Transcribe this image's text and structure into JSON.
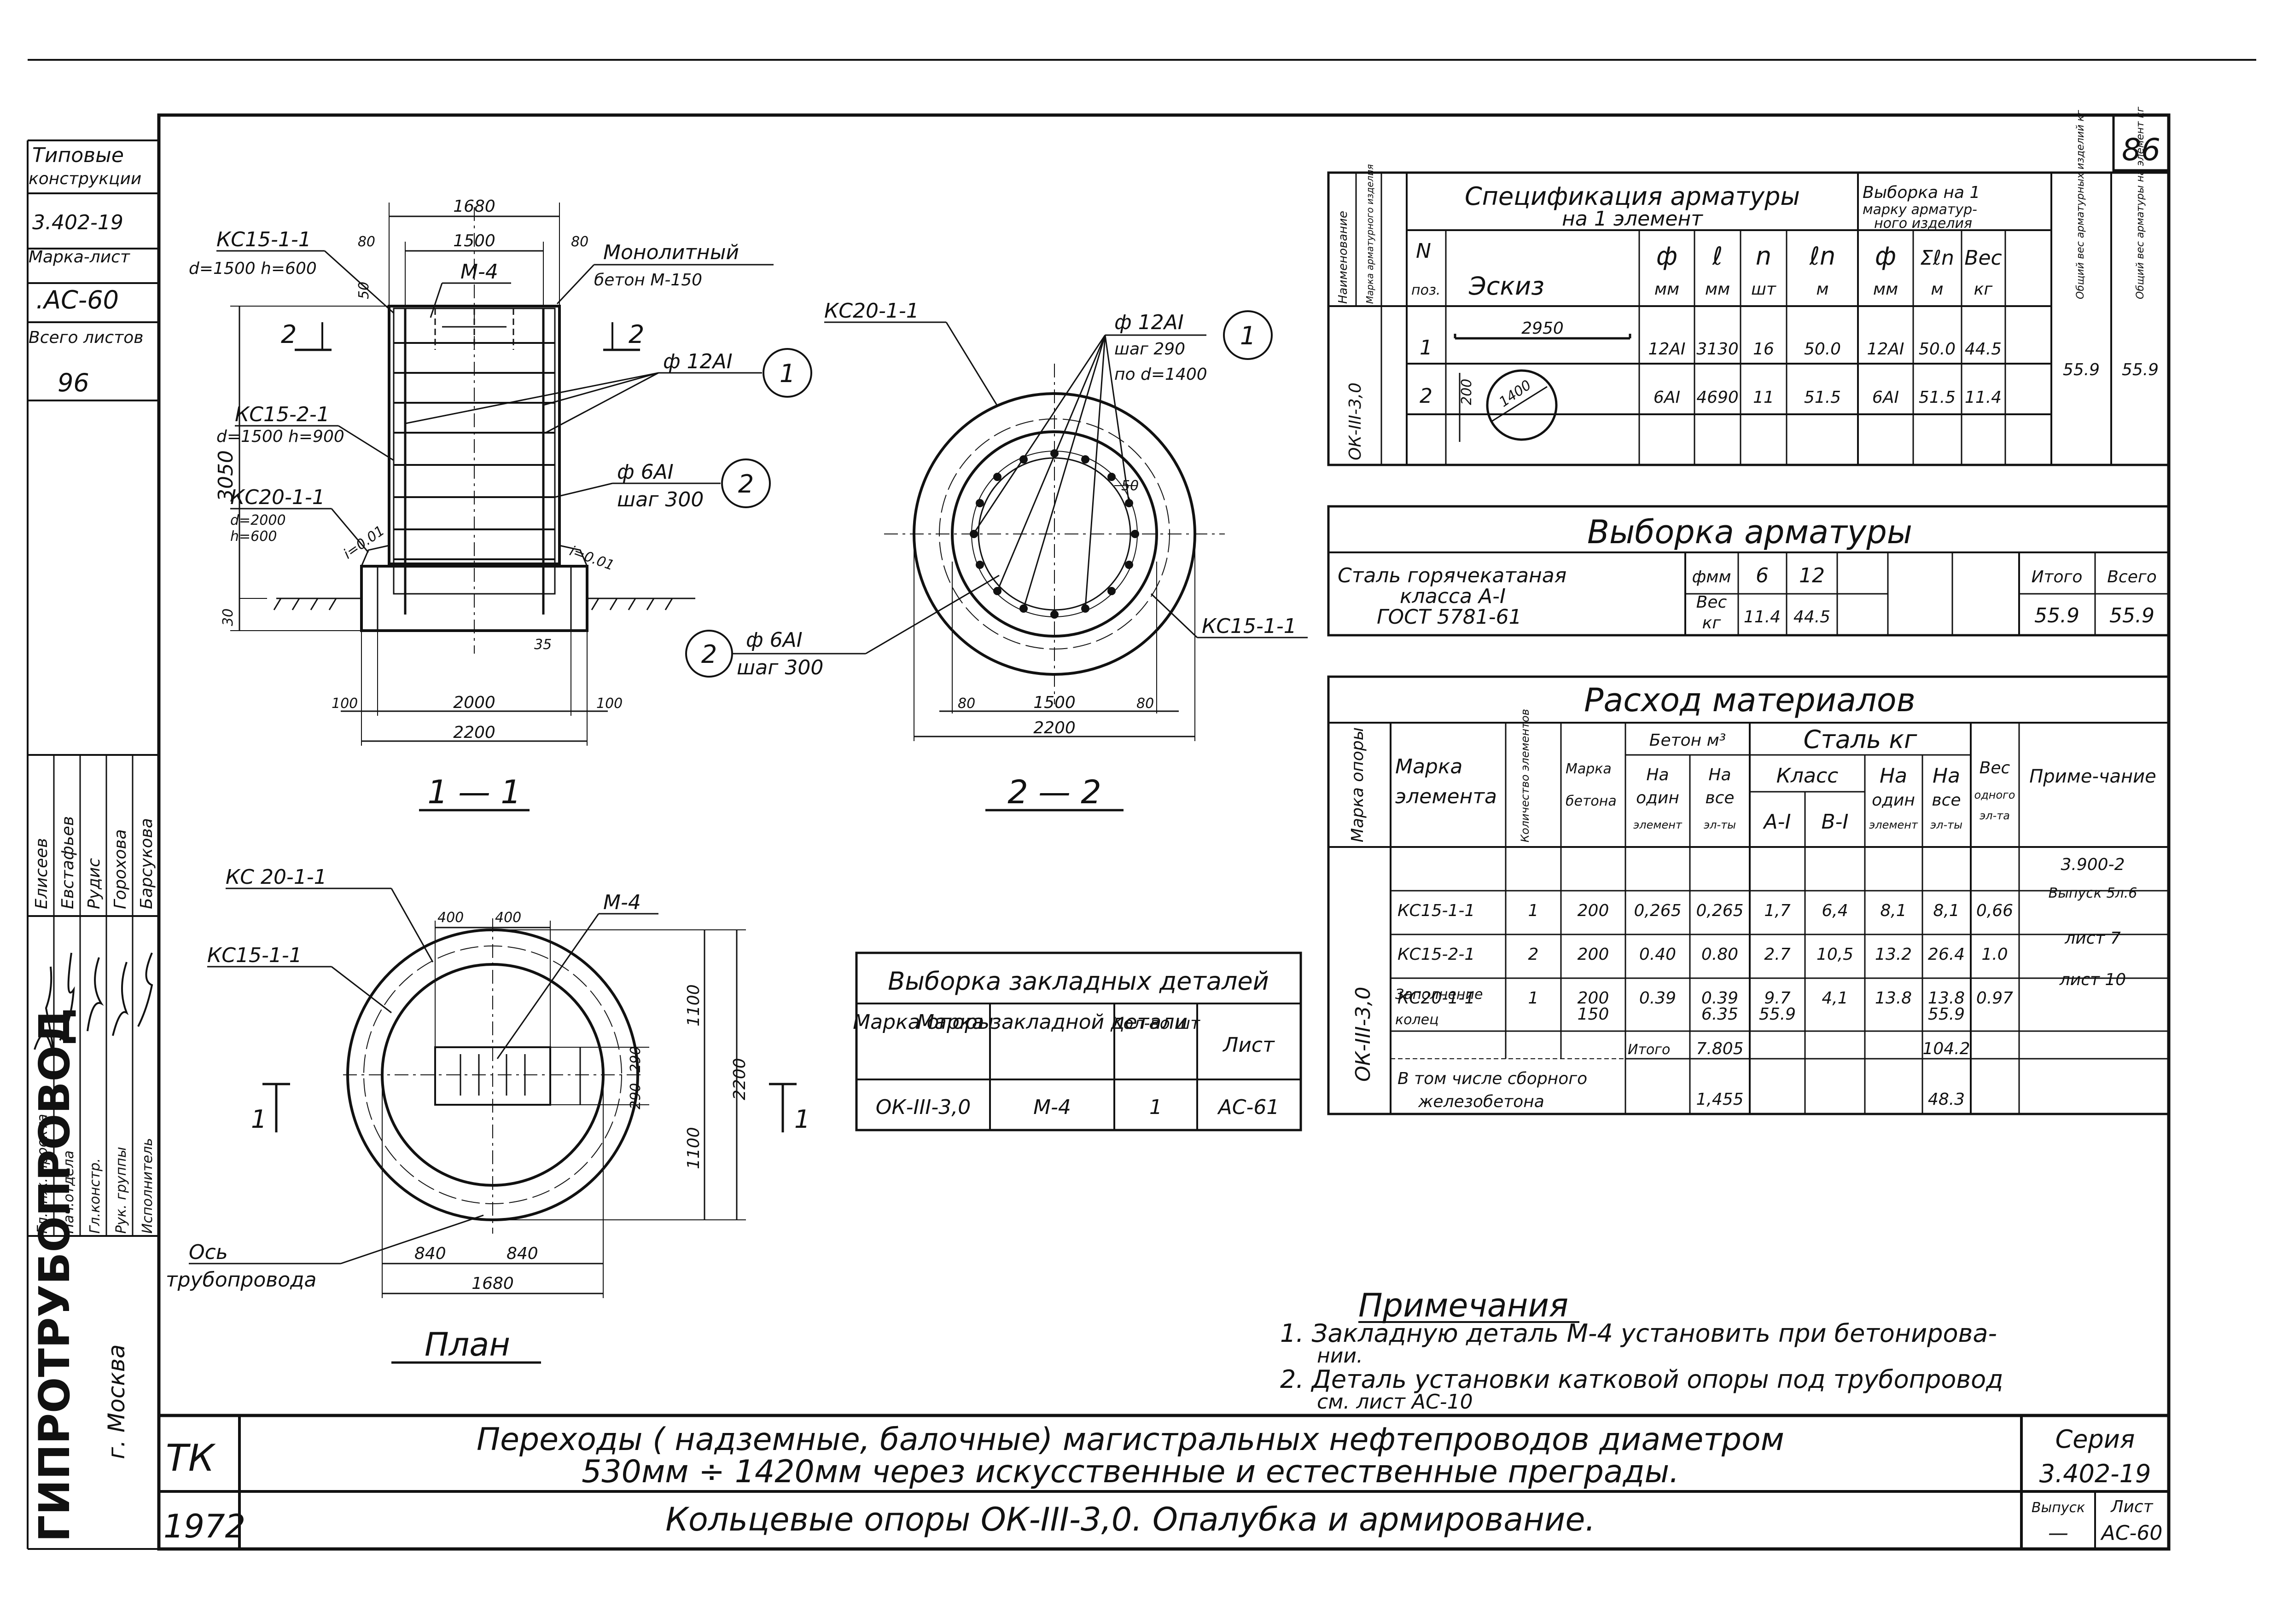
{
  "sheet_number": "86",
  "left_stamp": {
    "series_label_1": "Типовые",
    "series_label_2": "конструкции",
    "series_code": "3.402-19",
    "mark_sheet_label": "Марка-лист",
    "mark_value": ".АС-60",
    "total_sheets_label": "Всего листов",
    "total_sheets_value": "96",
    "names": [
      "Елисеев",
      "Евстафьев",
      "Рудис",
      "Горохова",
      "Барсукова"
    ],
    "roles": [
      "Гл.инж. проекта",
      "Нач.отдела",
      "Гл.констр.",
      "Рук. группы",
      "Исполнитель"
    ],
    "org_name": "ГИПРОТРУБОПРОВОД",
    "org_city": "г. Москва"
  },
  "section_1_1": {
    "title": "1 — 1",
    "callout_top": "КС15-1-1",
    "callout_top_dims": "d=1500 h=600",
    "callout_mid": "КС15-2-1",
    "callout_mid_dims": "d=1500 h=900",
    "callout_bot": "КС20-1-1",
    "callout_bot_d": "d=2000",
    "callout_bot_h": "h=600",
    "monolith_1": "Монолитный",
    "monolith_2": "бетон М-150",
    "m4": "М-4",
    "bar1": "ф 12АI",
    "bar1_num": "1",
    "bar2": "ф 6АI",
    "bar2_step": "шаг 300",
    "bar2_num": "2",
    "cut_label": "2",
    "dim_1680": "1680",
    "dim_1500": "1500",
    "dim_80a": "80",
    "dim_80b": "80",
    "dim_50": "50",
    "dim_3050": "3050",
    "dim_30": "30",
    "dim_35": "35",
    "dim_100a": "100",
    "dim_2000": "2000",
    "dim_100b": "100",
    "dim_2200": "2200",
    "slope_a": "i=0.01",
    "slope_b": "i=0.01"
  },
  "section_2_2": {
    "title": "2 — 2",
    "kc20": "КС20-1-1",
    "kc15": "КС15-1-1",
    "bar1": "ф 12АI",
    "bar1_step": "шаг 290",
    "bar1_along": "по d=1400",
    "bar1_num": "1",
    "bar2": "ф 6АI",
    "bar2_step": "шаг 300",
    "bar2_num": "2",
    "dim_50": "50",
    "dim_80a": "80",
    "dim_1500": "1500",
    "dim_80b": "80",
    "dim_2200": "2200"
  },
  "plan": {
    "title": "План",
    "kc20": "КС 20-1-1",
    "kc15": "КС15-1-1",
    "m4": "М-4",
    "axis_1": "Ось",
    "axis_2": "трубопровода",
    "dim_400a": "400",
    "dim_400b": "400",
    "dim_290a": "290",
    "dim_290b": "290",
    "dim_1100a": "1100",
    "dim_1100b": "1100",
    "dim_2200": "2200",
    "dim_840a": "840",
    "dim_840b": "840",
    "dim_1680": "1680",
    "cut_left": "1",
    "cut_right": "1"
  },
  "embedded_table": {
    "title": "Выборка закладных деталей",
    "headers": [
      "Марка опоры",
      "Марка закладной детали",
      "Кол-во шт",
      "Лист"
    ],
    "row": [
      "ОК-III-3,0",
      "М-4",
      "1",
      "АС-61"
    ]
  },
  "spec_table": {
    "title_1": "Спецификация арматуры",
    "title_2": "на 1 элемент",
    "sel_title_1": "Выборка на 1",
    "sel_title_2": "марку арматур-",
    "sel_title_3": "ного изделия",
    "vert_head_1": "Наименование",
    "vert_head_2": "Марка арматурного изделия",
    "vert_total_w": "Общий вес арматурных изделий кг",
    "vert_total_el": "Общий вес арматуры на элемент кг",
    "h_n": "N",
    "h_pos": "поз.",
    "h_sketch": "Эскиз",
    "h_phi": "ф",
    "h_l": "ℓ",
    "h_count": "n",
    "h_ln": "ℓn",
    "h_phi2": "ф",
    "h_sum": "Σℓn",
    "h_weight": "Вес",
    "u_mm1": "мм",
    "u_mm2": "мм",
    "u_sht": "шт",
    "u_m1": "м",
    "u_mm3": "мм",
    "u_m2": "м",
    "u_kg": "кг",
    "row_label": "ОК-III-3,0",
    "sketch_len": "2950",
    "sketch_200": "200",
    "sketch_d": "1400",
    "rows": [
      {
        "pos": "1",
        "phi": "12АI",
        "l": "3130",
        "n": "16",
        "ln": "50.0",
        "phi2": "12АI",
        "sum": "50.0",
        "w": "44.5"
      },
      {
        "pos": "2",
        "phi": "6АI",
        "l": "4690",
        "n": "11",
        "ln": "51.5",
        "phi2": "6АI",
        "sum": "51.5",
        "w": "11.4"
      }
    ],
    "total_items": "55.9",
    "total_element": "55.9"
  },
  "rebar_table": {
    "title": "Выборка арматуры",
    "steel_1": "Сталь горячекатаная",
    "steel_2": "класса А-I",
    "steel_3": "ГОСТ 5781-61",
    "phi_label": "фмм",
    "weight_label_1": "Вес",
    "weight_label_2": "кг",
    "d6": "6",
    "d12": "12",
    "w6": "11.4",
    "w12": "44.5",
    "itogo_label": "Итого",
    "vsego_label": "Всего",
    "itogo": "55.9",
    "vsego": "55.9"
  },
  "materials_table": {
    "title": "Расход материалов",
    "h_support": "Марка опоры",
    "h_element_1": "Марка",
    "h_element_2": "элемента",
    "h_count": "Количество элементов",
    "h_concrete_mark_1": "Марка",
    "h_concrete_mark_2": "бетона",
    "h_concrete": "Бетон м³",
    "h_one_1": "На",
    "h_one_2": "один",
    "h_one_3": "элемент",
    "h_all_1": "На",
    "h_all_2": "все",
    "h_all_3": "эл-ты",
    "h_steel": "Сталь кг",
    "h_class": "Класс",
    "h_a1": "А-I",
    "h_b1": "В-I",
    "h_s_one_1": "На",
    "h_s_one_2": "один",
    "h_s_one_3": "элемент",
    "h_s_all_1": "На",
    "h_s_all_2": "все",
    "h_s_all_3": "эл-ты",
    "h_weight_1": "Вес",
    "h_weight_2": "одного",
    "h_weight_3": "эл-та",
    "h_note": "Приме-чание",
    "support": "ОК-III-3,0",
    "note_header": "3.900-2",
    "rows": [
      {
        "el": "КС15-1-1",
        "cnt": "1",
        "mk": "200",
        "c1": "0,265",
        "ca": "0,265",
        "a": "1,7",
        "b": "6,4",
        "s1": "8,1",
        "sa": "8,1",
        "w": "0,66",
        "note": "Выпуск 5л.6"
      },
      {
        "el": "КС15-2-1",
        "cnt": "2",
        "mk": "200",
        "c1": "0.40",
        "ca": "0.80",
        "a": "2.7",
        "b": "10,5",
        "s1": "13.2",
        "sa": "26.4",
        "w": "1.0",
        "note": "лист 7"
      },
      {
        "el": "КС20-1-1",
        "cnt": "1",
        "mk": "200",
        "c1": "0.39",
        "ca": "0.39",
        "a": "9.7",
        "b": "4,1",
        "s1": "13.8",
        "sa": "13.8",
        "w": "0.97",
        "note": "лист 10"
      }
    ],
    "fill_1": "Заполнение",
    "fill_2": "колец",
    "fill_mk": "150",
    "fill_ca": "6.35",
    "fill_a": "55.9",
    "fill_sa": "55.9",
    "total_label": "Итого",
    "total_ca": "7.805",
    "total_sa": "104.2",
    "precast_1": "В том числе сборного",
    "precast_2": "железобетона",
    "precast_ca": "1,455",
    "precast_sa": "48.3"
  },
  "notes": {
    "title": "Примечания",
    "n1a": "1. Закладную деталь М-4 установить при бетонирова-",
    "n1b": "нии.",
    "n2a": "2. Деталь установки катковой опоры под трубопровод",
    "n2b": "см. лист АС-10"
  },
  "title_block": {
    "tk": "ТК",
    "year": "1972",
    "title_1": "Переходы ( надземные, балочные) магистральных нефтепроводов диаметром",
    "title_2": "530мм ÷ 1420мм через искусственные и естественные преграды.",
    "subtitle": "Кольцевые опоры ОК-III-3,0. Опалубка и армирование.",
    "series_label": "Серия",
    "series_value": "3.402-19",
    "issue_label": "Выпуск",
    "issue_value": "—",
    "sheet_label": "Лист",
    "sheet_value": "АС-60"
  }
}
